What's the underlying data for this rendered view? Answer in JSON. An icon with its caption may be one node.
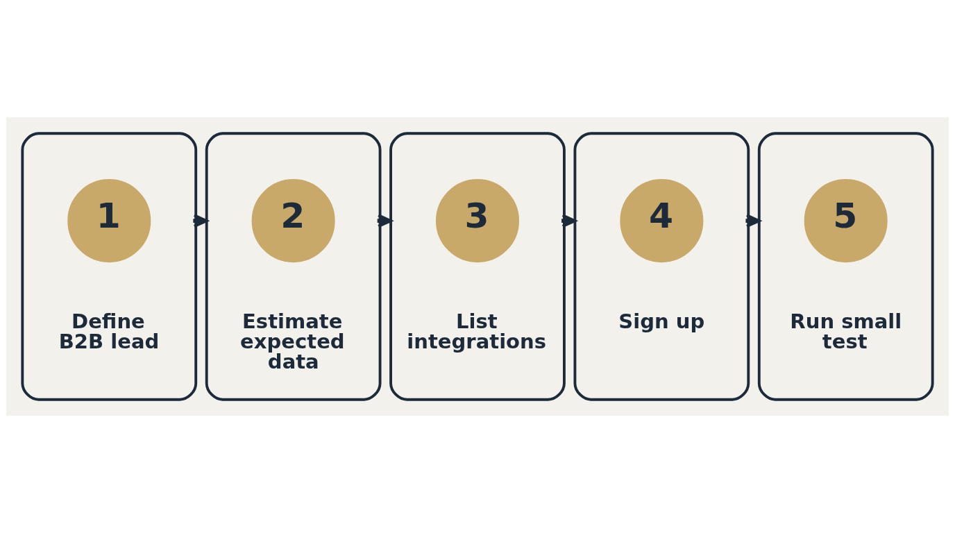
{
  "diagram": {
    "nodes": [
      {
        "text": [
          "Define B2B lead"
        ]
      },
      {
        "text": [
          "1"
        ],
        "in": 0
      },
      {
        "text": [
          "Estimate expected data"
        ]
      },
      {
        "text": [
          "2"
        ],
        "in": 2
      },
      {
        "text": [
          "List integrations"
        ]
      },
      {
        "text": [
          "3"
        ],
        "in": 4
      },
      {
        "text": [
          "Sign up"
        ]
      },
      {
        "text": [
          "4"
        ],
        "in": 6
      },
      {
        "text": [
          "Run small test"
        ]
      },
      {
        "text": [
          "5"
        ],
        "in": 8
      }
    ],
    "edges": [
      {
        "from": 0,
        "to": 2,
        "arrow": "to"
      },
      {
        "from": 2,
        "to": 4,
        "arrow": "to"
      },
      {
        "from": 4,
        "to": 6,
        "arrow": "to"
      },
      {
        "from": 6,
        "to": 8,
        "arrow": "to"
      }
    ]
  }
}
